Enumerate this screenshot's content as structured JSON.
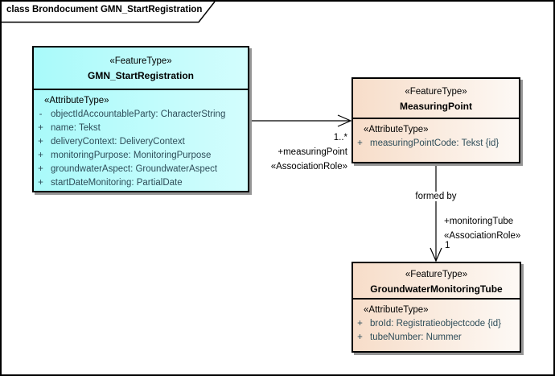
{
  "diagram": {
    "frame_title": "class Brondocument GMN_StartRegistration"
  },
  "colors": {
    "feature_class_fill": "#a9fafa",
    "feature_class_fill_light": "#d3fdfd",
    "related_class_fill": "#f7ddc9",
    "related_class_fill_light": "#fdf9f5",
    "border": "#000000",
    "attribute_text": "#2e4d59",
    "shadow": "#969696"
  },
  "classes": {
    "gmn_start_registration": {
      "stereotype": "«FeatureType»",
      "name": "GMN_StartRegistration",
      "attr_stereotype": "«AttributeType»",
      "attributes": [
        {
          "visibility": "-",
          "signature": "objectIdAccountableParty: CharacterString"
        },
        {
          "visibility": "+",
          "signature": "name: Tekst"
        },
        {
          "visibility": "+",
          "signature": "deliveryContext: DeliveryContext"
        },
        {
          "visibility": "+",
          "signature": "monitoringPurpose: MonitoringPurpose"
        },
        {
          "visibility": "+",
          "signature": "groundwaterAspect: GroundwaterAspect"
        },
        {
          "visibility": "+",
          "signature": "startDateMonitoring: PartialDate"
        }
      ]
    },
    "measuring_point": {
      "stereotype": "«FeatureType»",
      "name": "MeasuringPoint",
      "attr_stereotype": "«AttributeType»",
      "attributes": [
        {
          "visibility": "+",
          "signature": "measuringPointCode: Tekst {id}"
        }
      ]
    },
    "groundwater_monitoring_tube": {
      "stereotype": "«FeatureType»",
      "name": "GroundwaterMonitoringTube",
      "attr_stereotype": "«AttributeType»",
      "attributes": [
        {
          "visibility": "+",
          "signature": "broId: Registratieobjectcode {id}"
        },
        {
          "visibility": "+",
          "signature": "tubeNumber: Nummer"
        }
      ]
    }
  },
  "connectors": {
    "measuring_point_association": {
      "multiplicity": "1..*",
      "role": "+measuringPoint",
      "stereotype": "«AssociationRole»"
    },
    "monitoring_tube_association": {
      "name": "formed by",
      "role": "+monitoringTube",
      "stereotype": "«AssociationRole»",
      "multiplicity": "1"
    }
  }
}
